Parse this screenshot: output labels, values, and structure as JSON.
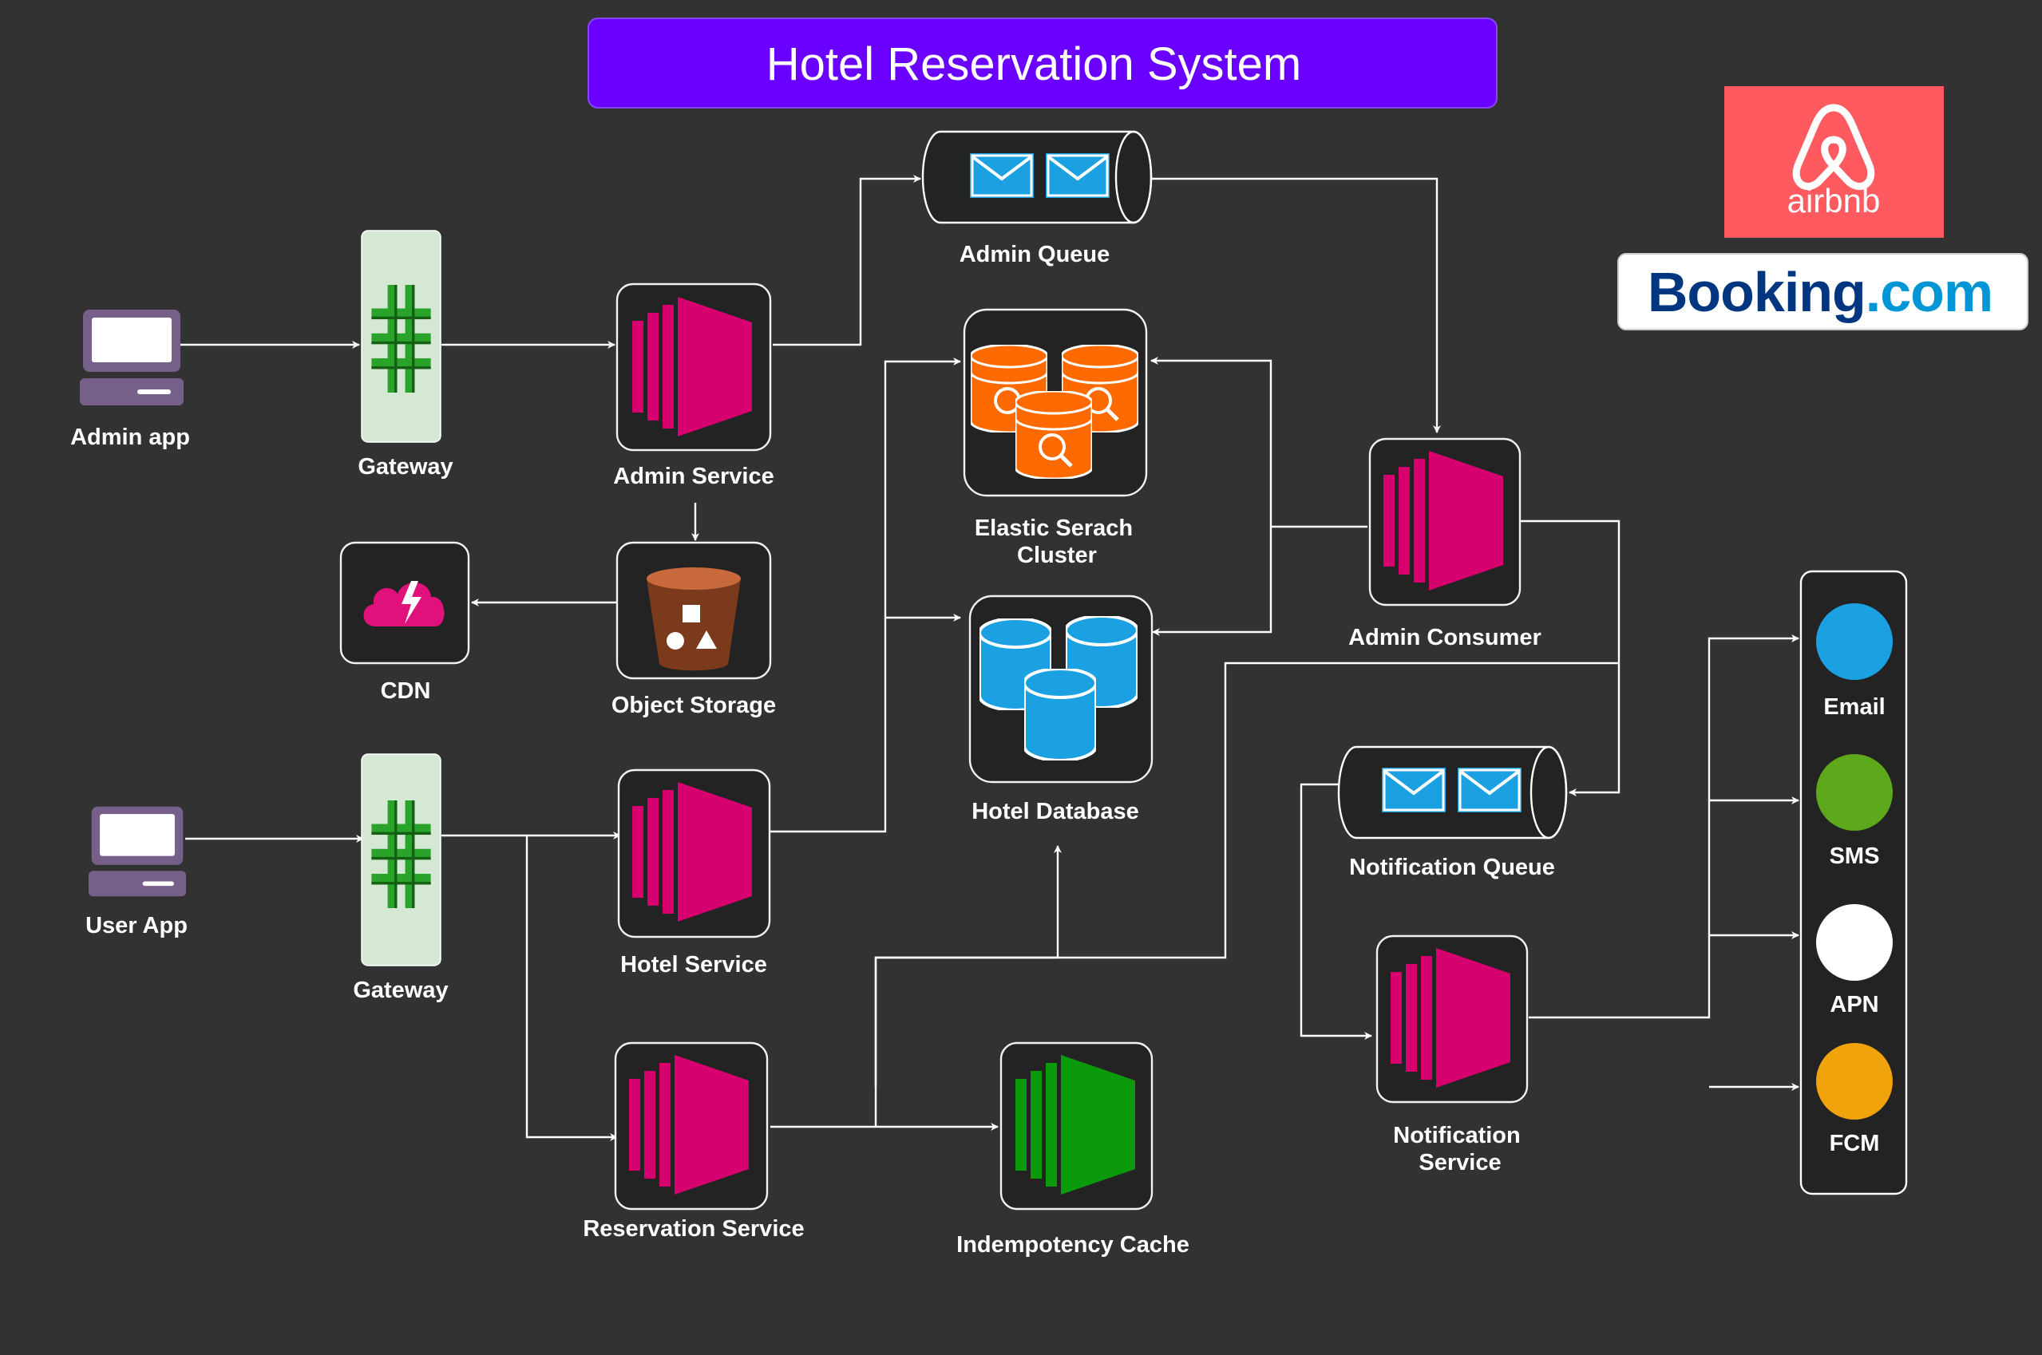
{
  "title": "Hotel Reservation System",
  "brands": {
    "airbnb": "airbnb",
    "booking_main": "Booking",
    "booking_suffix": ".com"
  },
  "labels": {
    "admin_app": "Admin app",
    "user_app": "User App",
    "gateway_admin": "Gateway",
    "gateway_user": "Gateway",
    "admin_service": "Admin Service",
    "object_storage": "Object Storage",
    "cdn": "CDN",
    "hotel_service": "Hotel Service",
    "reservation_service": "Reservation Service",
    "admin_queue": "Admin Queue",
    "elastic_search_line1": "Elastic Serach",
    "elastic_search_line2": "Cluster",
    "hotel_database": "Hotel Database",
    "idempotency_cache": "Indempotency Cache",
    "admin_consumer": "Admin Consumer",
    "notification_queue": "Notification Queue",
    "notification_service_line1": "Notification",
    "notification_service_line2": "Service",
    "email": "Email",
    "sms": "SMS",
    "apn": "APN",
    "fcm": "FCM"
  },
  "colors": {
    "background": "#323232",
    "title_bar": "#6a00ff",
    "service_pink": "#d6006f",
    "cache_green": "#0b9a0b",
    "elastic_orange": "#ff6a00",
    "database_blue": "#1ba1e2",
    "email": "#1ba1e2",
    "sms": "#5ea81c",
    "apn": "#ffffff",
    "fcm": "#f0a30a",
    "gateway_bg": "#d4e8d4",
    "gateway_icon": "#2aa32a",
    "airbnb_bg": "#ff5a5f",
    "booking_blue": "#003580",
    "booking_dot_com": "#0096d6",
    "object_storage_bucket": "#7b3a1c",
    "cdn_cloud": "#e0117a",
    "computer_purple": "#76608a"
  },
  "icons": {
    "admin_app": "computer-icon",
    "user_app": "computer-icon",
    "gateway": "api-gateway-icon",
    "service": "compute-instance-icon",
    "object_storage": "storage-bucket-icon",
    "cdn": "cloud-lightning-icon",
    "queue": "message-queue-icon",
    "elastic": "search-database-icon",
    "database": "database-icon",
    "cache": "compute-instance-icon",
    "channel": "circle-icon"
  }
}
